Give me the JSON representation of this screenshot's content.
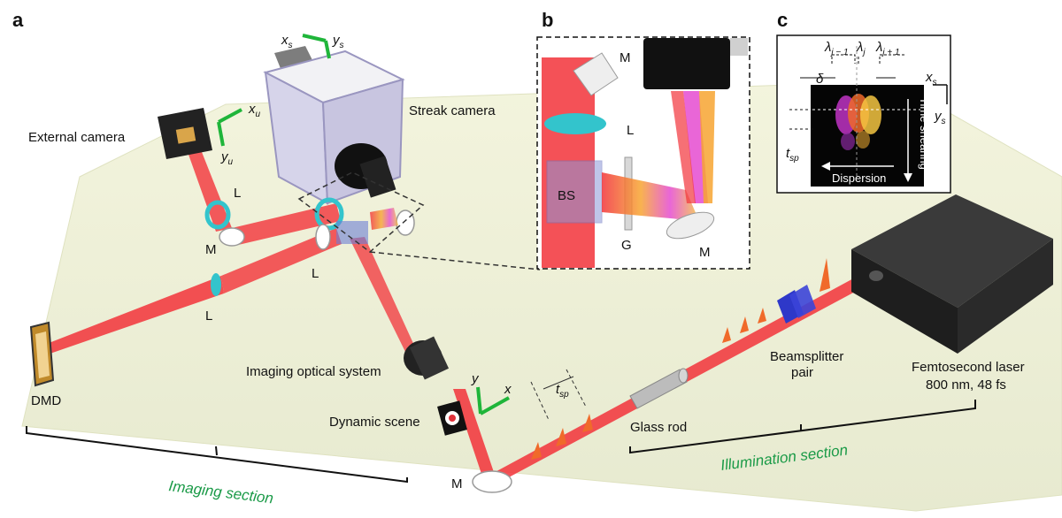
{
  "panels": {
    "a": "a",
    "b": "b",
    "c": "c"
  },
  "labels": {
    "external_camera": "External camera",
    "streak_camera": "Streak camera",
    "dmd": "DMD",
    "imaging_optical_system": "Imaging optical system",
    "dynamic_scene": "Dynamic scene",
    "glass_rod": "Glass rod",
    "beamsplitter_line1": "Beamsplitter",
    "beamsplitter_line2": "pair",
    "femto_line1": "Femtosecond laser",
    "femto_line2": "800 nm, 48 fs",
    "imaging_section": "Imaging section",
    "illumination_section": "Illumination section",
    "L": "L",
    "M": "M",
    "BS": "BS",
    "G": "G"
  },
  "axes": {
    "xs": "x",
    "xs_sub": "s",
    "ys": "y",
    "ys_sub": "s",
    "xu": "x",
    "xu_sub": "u",
    "yu": "y",
    "yu_sub": "u",
    "x": "x",
    "y": "y",
    "tsp": "t",
    "tsp_sub": "sp"
  },
  "inset_c": {
    "lam_jm1": "λ",
    "lam_jm1_sub": "j − 1",
    "lam_j": "λ",
    "lam_j_sub": "j",
    "lam_jp1": "λ",
    "lam_jp1_sub": "j + 1",
    "delta": "δ",
    "xs": "x",
    "xs_sub": "s",
    "ys": "y",
    "ys_sub": "s",
    "tsp": "t",
    "tsp_sub": "sp",
    "time_shearing": "Time shearing",
    "dispersion": "Dispersion"
  },
  "colors": {
    "table": "#eef0d4",
    "beam": "#f2333a",
    "lens": "#33c4cc",
    "axis": "#1fb53a",
    "section_text": "#1a9a47"
  }
}
